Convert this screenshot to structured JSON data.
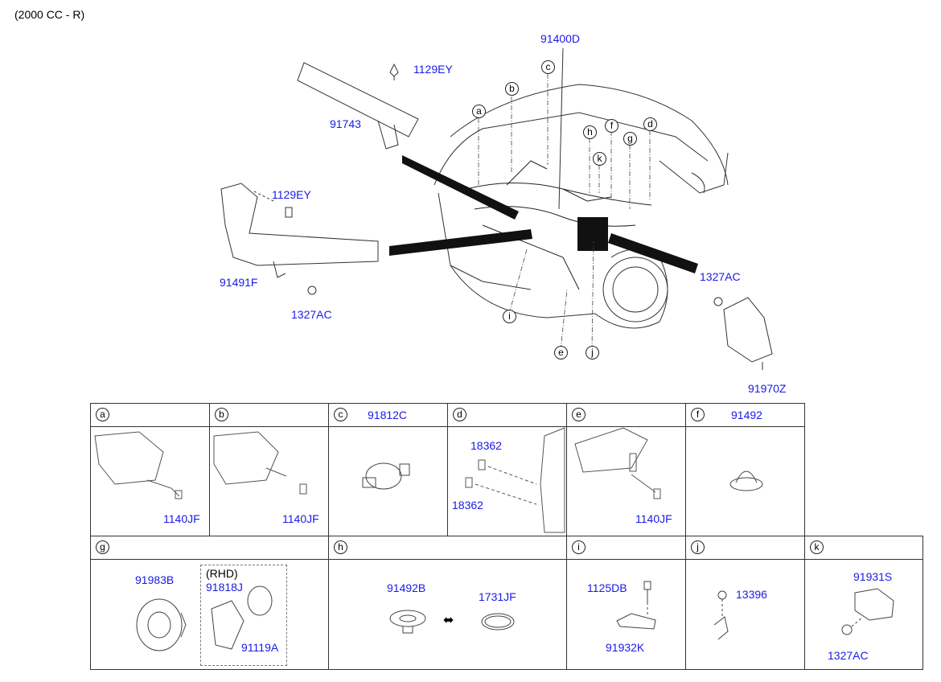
{
  "header": "(2000 CC - R)",
  "callouts": {
    "main_harness": "91400D",
    "bolt_top": "1129EY",
    "bracket_top": "91743",
    "bolt_left": "1129EY",
    "bracket_left": "91491F",
    "nut_left": "1327AC",
    "nut_right": "1327AC",
    "cover_right": "91970Z"
  },
  "letters": [
    "a",
    "b",
    "c",
    "d",
    "e",
    "f",
    "g",
    "h",
    "i",
    "j",
    "k"
  ],
  "cells": {
    "a": {
      "letter": "a",
      "parts": [
        "1140JF"
      ]
    },
    "b": {
      "letter": "b",
      "parts": [
        "1140JF"
      ]
    },
    "c": {
      "letter": "c",
      "title": "91812C"
    },
    "d": {
      "letter": "d",
      "parts": [
        "18362",
        "18362"
      ]
    },
    "e": {
      "letter": "e",
      "parts": [
        "1140JF"
      ]
    },
    "f": {
      "letter": "f",
      "title": "91492"
    },
    "g": {
      "letter": "g",
      "parts": [
        "91983B",
        "91818J",
        "91119A"
      ],
      "note": "(RHD)"
    },
    "h": {
      "letter": "h",
      "parts": [
        "91492B",
        "1731JF"
      ]
    },
    "i": {
      "letter": "i",
      "parts": [
        "1125DB",
        "91932K"
      ]
    },
    "j": {
      "letter": "j",
      "parts": [
        "13396"
      ]
    },
    "k": {
      "letter": "k",
      "parts": [
        "91931S",
        "1327AC"
      ]
    }
  },
  "colors": {
    "link": "#1a1ae6",
    "line": "#333333"
  }
}
